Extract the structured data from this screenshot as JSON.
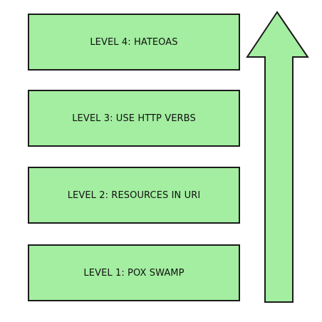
{
  "diagram": {
    "fill_color": "#a3eea0",
    "stroke_color": "#1a1a1a",
    "levels": [
      {
        "id": 4,
        "label": "LEVEL 4: HATEOAS"
      },
      {
        "id": 3,
        "label": "LEVEL 3: USE HTTP VERBS"
      },
      {
        "id": 2,
        "label": "LEVEL 2: RESOURCES IN URI"
      },
      {
        "id": 1,
        "label": "LEVEL 1: POX SWAMP"
      }
    ],
    "arrow": {
      "direction": "up"
    }
  }
}
